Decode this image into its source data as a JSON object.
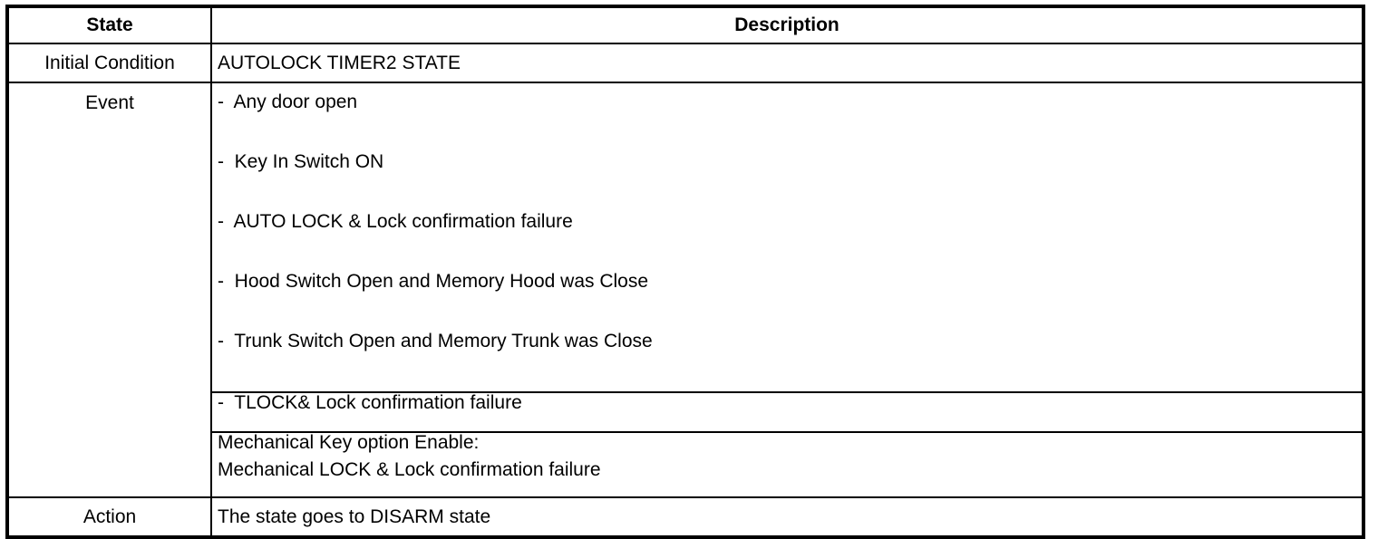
{
  "document": {
    "type": "state-transition-specification-table"
  },
  "table": {
    "headers": {
      "state": "State",
      "description": "Description"
    },
    "rows": [
      {
        "state": "Initial Condition",
        "description_lines": [
          "AUTOLOCK TIMER2 STATE"
        ]
      },
      {
        "state": "Event",
        "event_bullets": [
          "-  Any door open",
          "-  Key In Switch ON",
          "-  AUTO LOCK & Lock confirmation failure",
          "-  Hood Switch Open and Memory Hood was Close",
          "-  Trunk Switch Open and Memory Trunk was Close"
        ],
        "event_tlock": "-  TLOCK& Lock confirmation failure",
        "event_mechanical": [
          "Mechanical Key option Enable:",
          "Mechanical LOCK & Lock confirmation failure"
        ]
      },
      {
        "state": "Action",
        "description_lines": [
          "The state goes to DISARM state"
        ]
      }
    ]
  },
  "colors": {
    "border": "#000000",
    "text": "#000000",
    "background": "#ffffff"
  }
}
